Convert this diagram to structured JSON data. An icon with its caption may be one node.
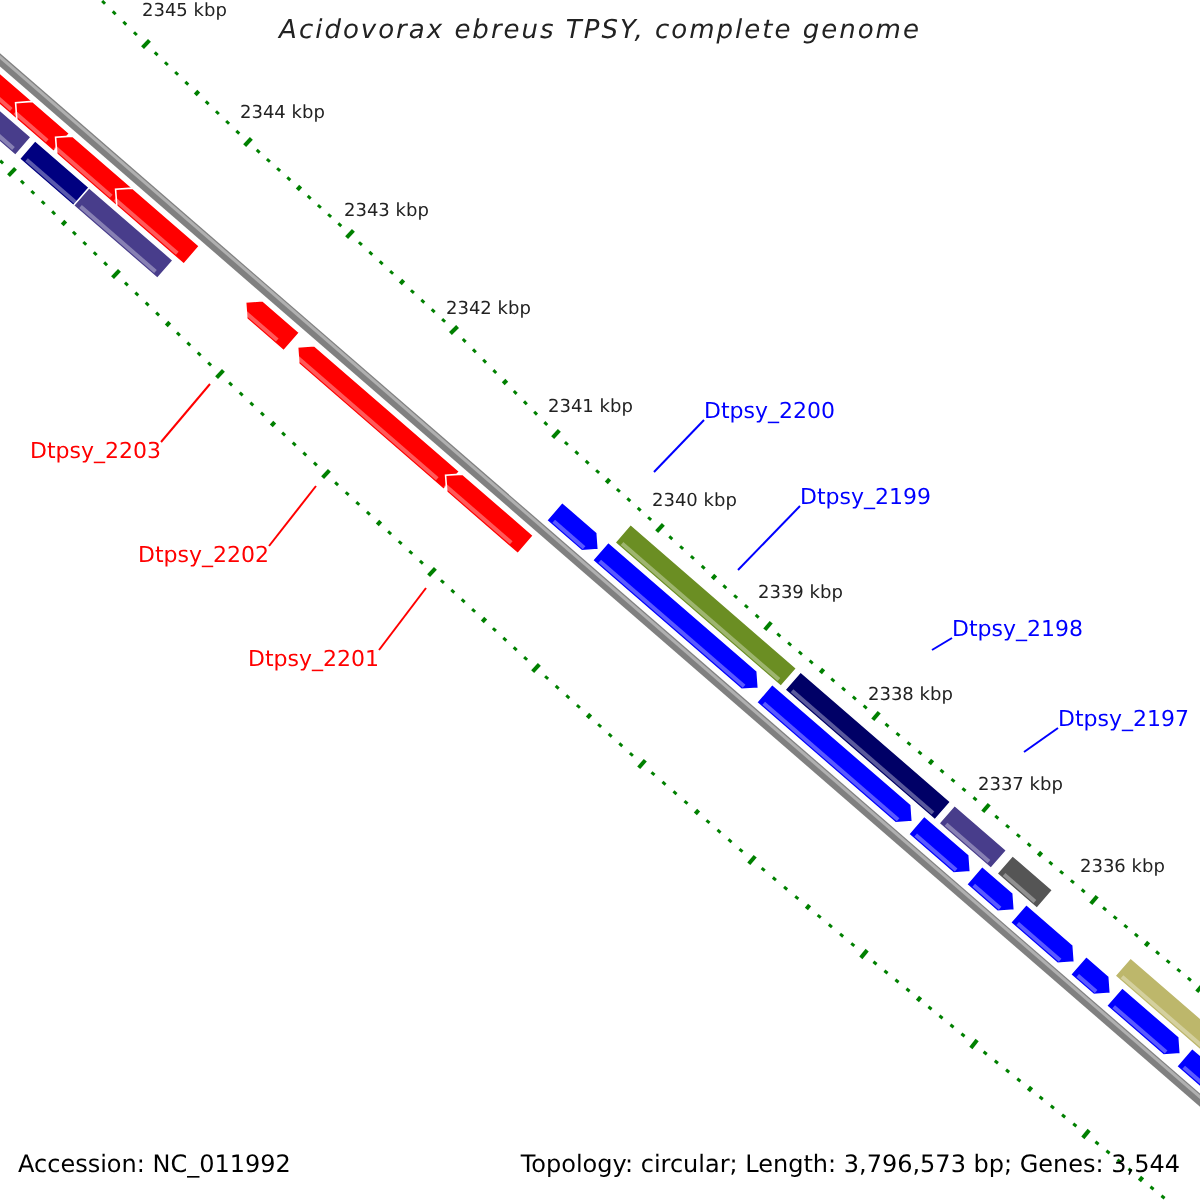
{
  "diagram": {
    "title": "Acidovorax ebreus TPSY, complete genome",
    "nodes": [
      {
        "text": [
          "Dtpsy_2200"
        ]
      },
      {
        "text": [
          "Dtpsy_2203"
        ]
      },
      {
        "text": [
          "Dtpsy_2199"
        ]
      },
      {
        "text": [
          "Dtpsy_2202"
        ]
      },
      {
        "text": [
          "Dtpsy_2198"
        ]
      },
      {
        "text": [
          "Dtpsy_2201"
        ]
      },
      {
        "text": [
          "Dtpsy_2197"
        ]
      }
    ],
    "edges": [
      {
        "from": 0,
        "to": null,
        "arrow": "none",
        "color": "#0000ff"
      },
      {
        "from": 1,
        "to": null,
        "arrow": "none",
        "color": "#ff0000"
      },
      {
        "from": 2,
        "to": null,
        "arrow": "none",
        "color": "#0000ff"
      },
      {
        "from": 3,
        "to": null,
        "arrow": "none",
        "color": "#ff0000"
      },
      {
        "from": 4,
        "to": null,
        "arrow": "none",
        "color": "#0000ff"
      },
      {
        "from": 5,
        "to": null,
        "arrow": "none",
        "color": "#ff0000"
      },
      {
        "from": 6,
        "to": null,
        "arrow": "none",
        "color": "#0000ff"
      }
    ],
    "labels": [
      "2345 kbp",
      "2344 kbp",
      "2343 kbp",
      "2342 kbp",
      "2341 kbp",
      "2340 kbp",
      "2339 kbp",
      "2338 kbp",
      "2337 kbp",
      "2336 kbp",
      "Accession: NC_011992",
      "Topology: circular; Length: 3,796,573 bp; Genes: 3,544"
    ]
  }
}
